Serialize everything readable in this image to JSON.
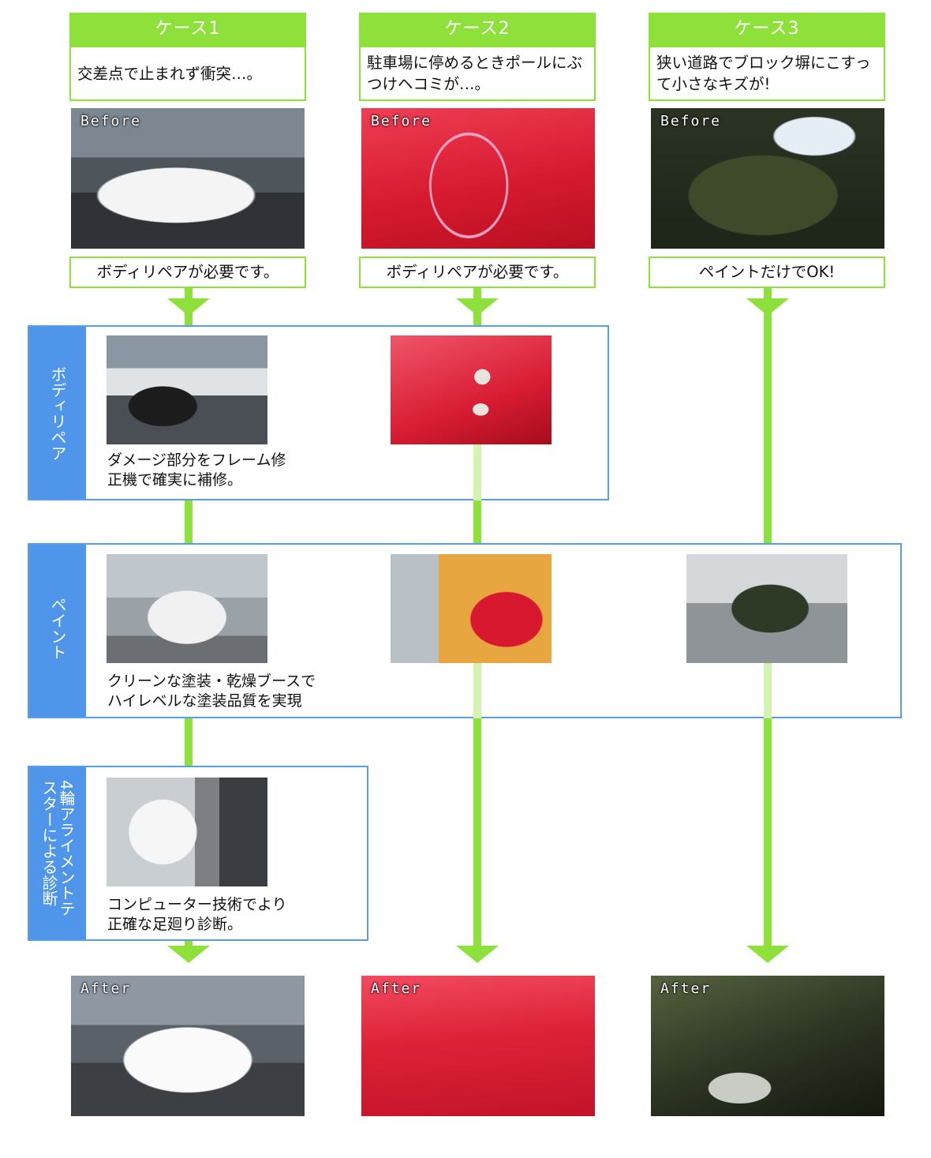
{
  "cases": [
    {
      "header": "ケース1",
      "description": "交差点で止まれず衝突…。",
      "before_label": "Before",
      "verdict": "ボディリペアが必要です。",
      "after_label": "After"
    },
    {
      "header": "ケース2",
      "description": "駐車場に停めるときポールにぶつけヘコミが…。",
      "before_label": "Before",
      "verdict": "ボディリペアが必要です。",
      "after_label": "After"
    },
    {
      "header": "ケース3",
      "description": "狭い道路でブロック塀にこすって小さなキズが!",
      "before_label": "Before",
      "verdict": "ペイントだけでOK!",
      "after_label": "After"
    }
  ],
  "stages": {
    "body_repair": {
      "title": "ボディリペア",
      "caption": "ダメージ部分をフレーム修正機で確実に補修。"
    },
    "paint": {
      "title": "ペイント",
      "caption": "クリーンな塗装・乾燥ブースでハイレベルな塗装品質を実現"
    },
    "alignment": {
      "title": "4輪アライメントテスターによる診断",
      "caption": "コンピューター技術でより正確な足廻り診断。"
    }
  },
  "colors": {
    "flow_green": "#8ee03a",
    "stage_blue": "#4f95ea"
  }
}
